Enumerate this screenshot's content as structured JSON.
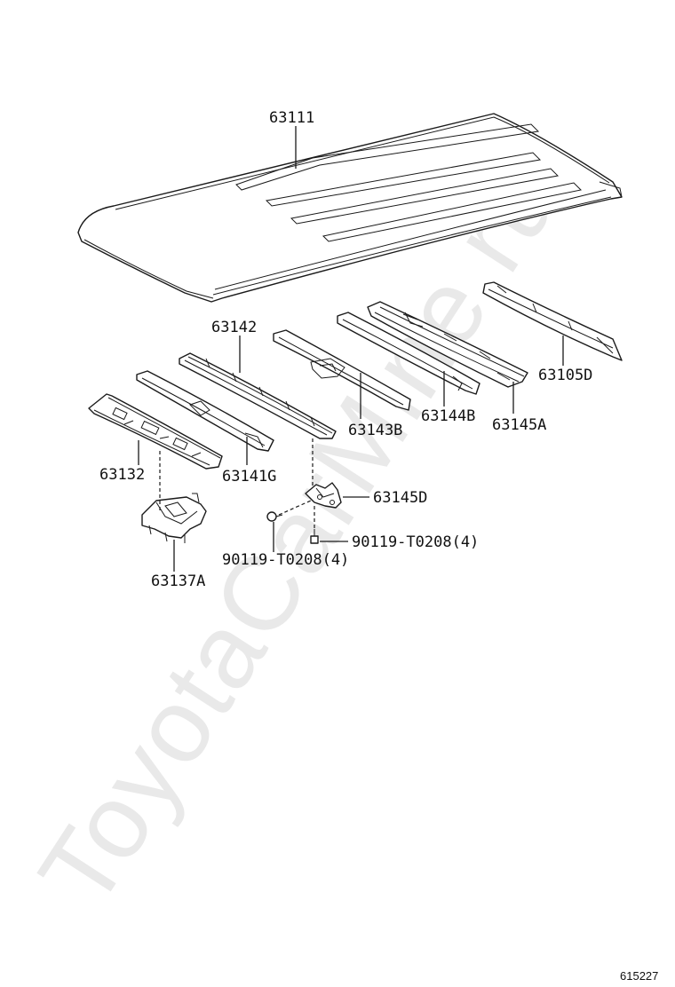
{
  "watermark": "ToyotaCarMine.ru",
  "diagram_id": "615227",
  "labels": {
    "p63111": "63111",
    "p63142": "63142",
    "p63105D": "63105D",
    "p63143B": "63143B",
    "p63144B": "63144B",
    "p63145A": "63145A",
    "p63132": "63132",
    "p63141G": "63141G",
    "p63145D": "63145D",
    "bolt_right": "90119-T0208(4)",
    "bolt_left": "90119-T0208(4)",
    "p63137A": "63137A"
  }
}
